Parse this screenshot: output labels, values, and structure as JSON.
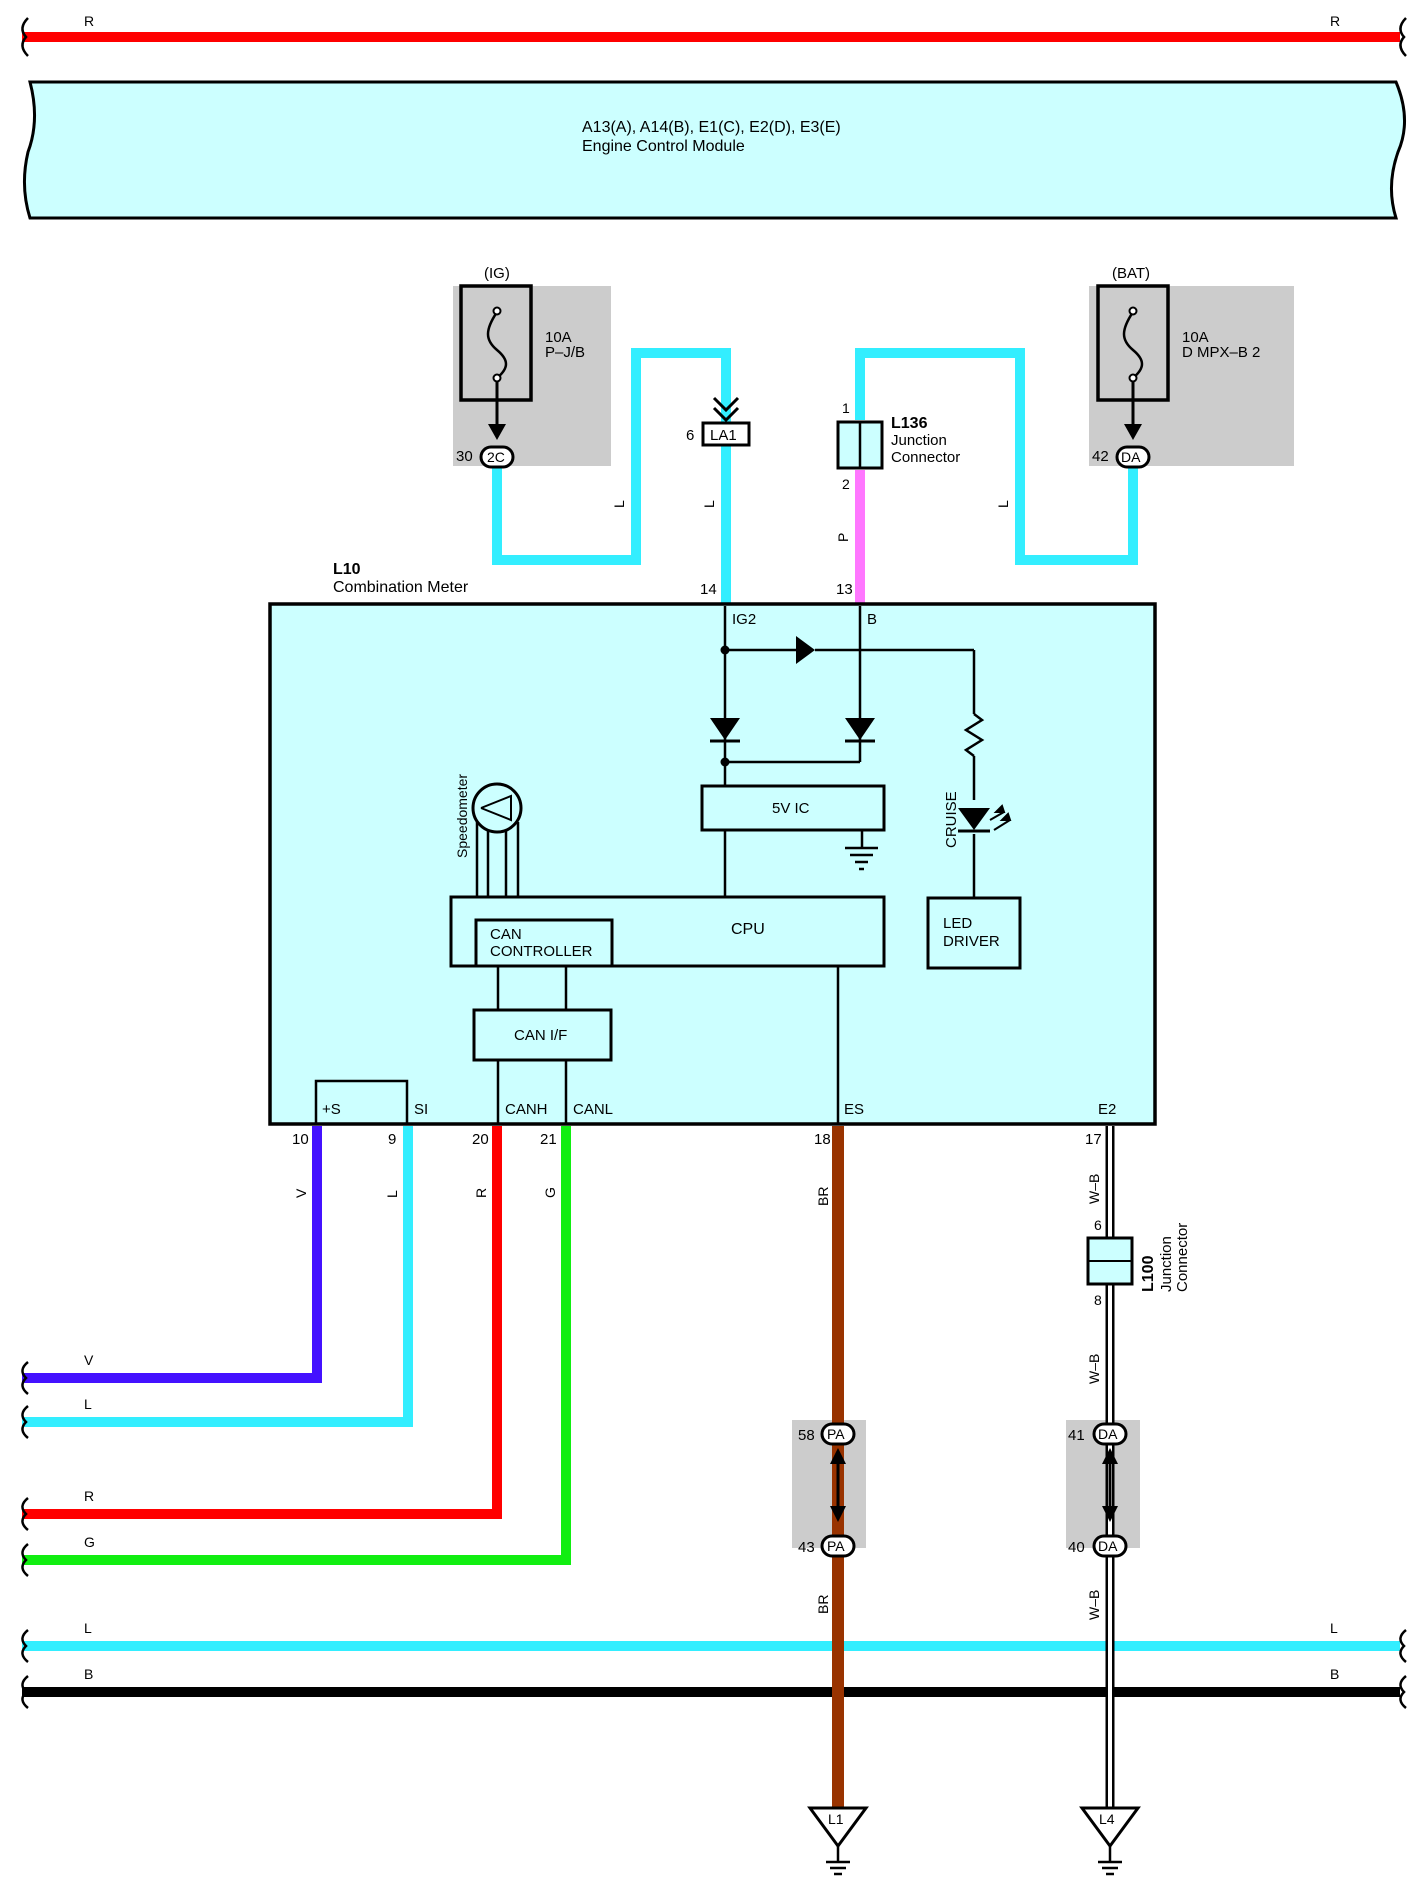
{
  "colors": {
    "red": "#ff0000",
    "cyan": "#33eeff",
    "violet": "#4411ff",
    "green": "#11ee11",
    "brown": "#993300",
    "pink": "#ff77ff",
    "black": "#000000",
    "box_fill": "#ccffff",
    "shade": "#cccccc"
  },
  "top_bus": {
    "left": "R",
    "right": "R"
  },
  "ecm": {
    "title": "A13(A), A14(B), E1(C), E2(D), E3(E)",
    "subtitle": "Engine Control Module"
  },
  "fuse_ig": {
    "label": "(IG)",
    "rating": "10A",
    "name": "P–J/B",
    "pin": "30",
    "conn": "2C"
  },
  "fuse_bat": {
    "label": "(BAT)",
    "rating": "10A",
    "name": "D MPX–B 2",
    "pin": "42",
    "conn": "DA"
  },
  "la1": {
    "pin": "6",
    "name": "LA1"
  },
  "l136": {
    "id": "L136",
    "line1": "Junction",
    "line2": "Connector",
    "pin_top": "1",
    "pin_bottom": "2"
  },
  "meter": {
    "id": "L10",
    "name": "Combination Meter",
    "pin_ig2_num": "14",
    "pin_ig2": "IG2",
    "pin_b_num": "13",
    "pin_b": "B",
    "ic": "5V IC",
    "cpu": "CPU",
    "can_ctrl_1": "CAN",
    "can_ctrl_2": "CONTROLLER",
    "can_if": "CAN I/F",
    "speedometer": "Speedometer",
    "cruise": "CRUISE",
    "led_driver_1": "LED",
    "led_driver_2": "DRIVER",
    "pins": [
      {
        "num": "10",
        "name": "+S"
      },
      {
        "num": "9",
        "name": "SI"
      },
      {
        "num": "20",
        "name": "CANH"
      },
      {
        "num": "21",
        "name": "CANL"
      },
      {
        "num": "18",
        "name": "ES"
      },
      {
        "num": "17",
        "name": "E2"
      }
    ]
  },
  "wire_labels": {
    "ig_a": "L",
    "ig_b": "L",
    "bat": "L",
    "b_pink": "P",
    "v": "V",
    "si": "L",
    "canh": "R",
    "canl": "G",
    "es": "BR",
    "es_low": "BR",
    "e2": "W–B",
    "e2_mid": "W–B",
    "e2_low": "W–B"
  },
  "l100": {
    "id": "L100",
    "line1": "Junction",
    "line2": "Connector",
    "pin_top": "6",
    "pin_bottom": "8"
  },
  "pa": {
    "top_pin": "58",
    "top_conn": "PA",
    "bot_pin": "43",
    "bot_conn": "PA"
  },
  "da": {
    "top_pin": "41",
    "top_conn": "DA",
    "bot_pin": "40",
    "bot_conn": "DA"
  },
  "left_bus": [
    "V",
    "L",
    "R",
    "G"
  ],
  "bottom_bus": [
    {
      "left": "L",
      "right": "L"
    },
    {
      "left": "B",
      "right": "B"
    }
  ],
  "grounds": [
    "L1",
    "L4"
  ]
}
